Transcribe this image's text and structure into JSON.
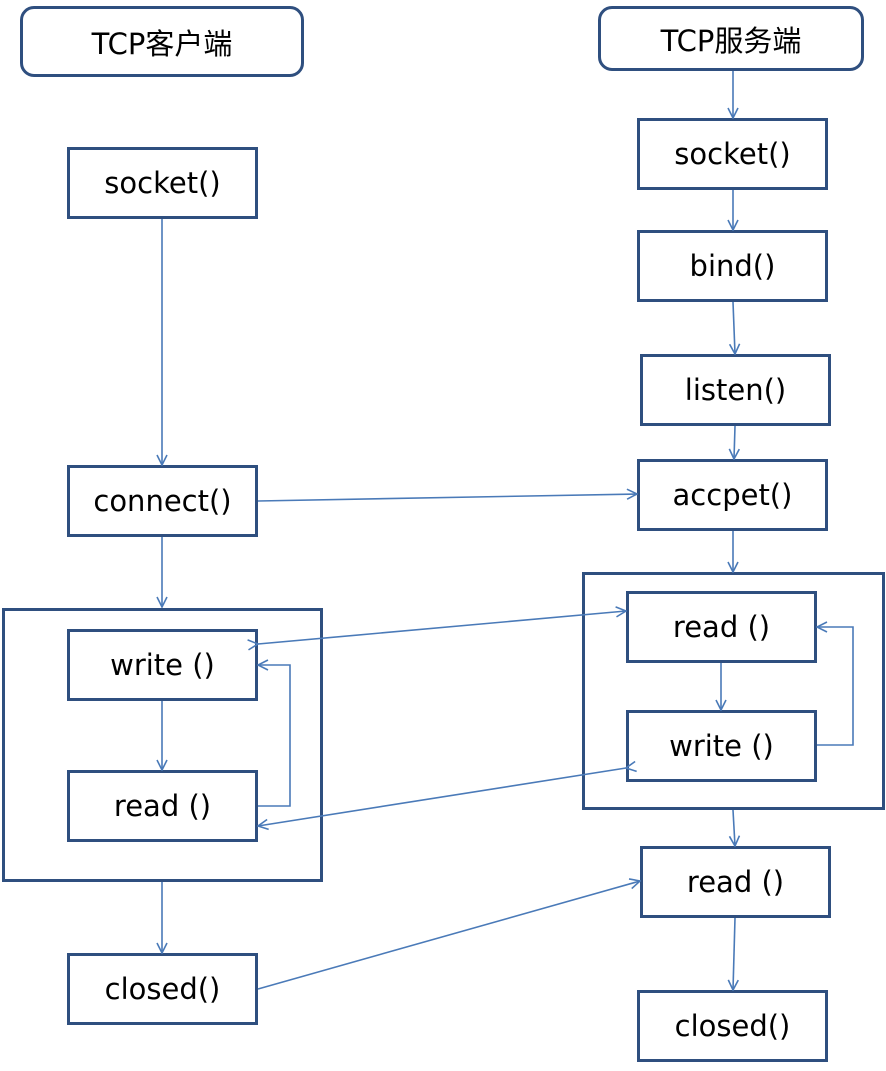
{
  "client": {
    "header": "TCP客户端",
    "socket": "socket()",
    "connect": "connect()",
    "write": "write ()",
    "read": "read ()",
    "closed": "closed()"
  },
  "server": {
    "header": "TCP服务端",
    "socket": "socket()",
    "bind": "bind()",
    "listen": "listen()",
    "accept": "accpet()",
    "read": "read ()",
    "write": "write ()",
    "read2": "read ()",
    "closed": "closed()"
  },
  "colors": {
    "box_border": "#2f4f7f",
    "arrow": "#4a7ab8"
  }
}
